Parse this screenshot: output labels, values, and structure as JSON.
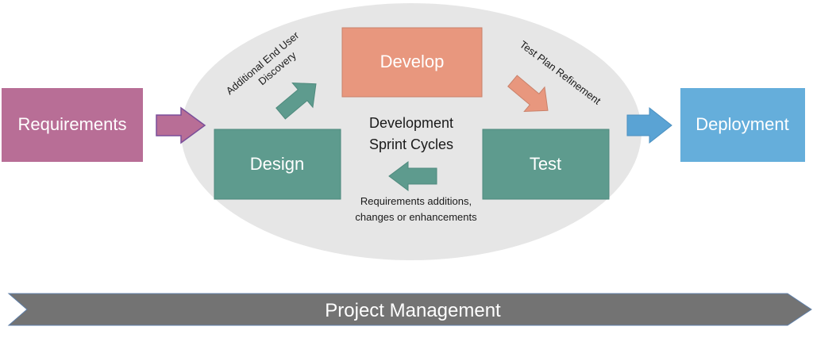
{
  "diagram": {
    "stages": {
      "requirements": "Requirements",
      "design": "Design",
      "develop": "Develop",
      "test": "Test",
      "deployment": "Deployment"
    },
    "cycle": {
      "line1": "Development",
      "line2": "Sprint Cycles"
    },
    "arrows": {
      "discovery_line1": "Additional End User",
      "discovery_line2": "Discovery",
      "test_plan": "Test Plan Refinement",
      "feedback_line1": "Requirements additions,",
      "feedback_line2": "changes or enhancements"
    },
    "footer": {
      "project_management": "Project Management"
    }
  },
  "colors": {
    "requirements": "#b86e96",
    "develop": "#e8977e",
    "teal": "#5e9b8e",
    "deployment": "#65aedb",
    "ellipse": "#e6e6e6",
    "banner": "#737373"
  }
}
